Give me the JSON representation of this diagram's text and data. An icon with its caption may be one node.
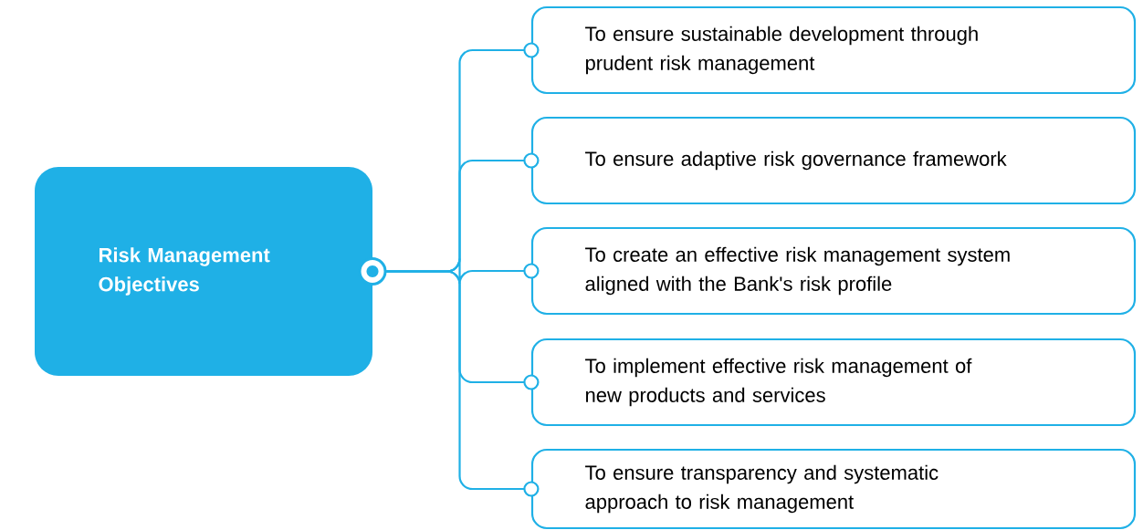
{
  "diagram": {
    "nodes": [
      {
        "text": [
          "Risk Management Objectives"
        ]
      },
      {
        "text": [
          "To ensure sustainable development through prudent risk management"
        ]
      },
      {
        "text": [
          "To ensure adaptive risk governance framework"
        ]
      },
      {
        "text": [
          "To create an effective risk management system aligned with the Bank's risk profile"
        ]
      },
      {
        "text": [
          "To implement effective risk management of new products and services"
        ]
      },
      {
        "text": [
          "To ensure transparency and systematic approach to risk management"
        ]
      }
    ],
    "edges": [
      {
        "from": 0,
        "to": 1,
        "arrow": "other"
      },
      {
        "from": 0,
        "to": 2,
        "arrow": "other"
      },
      {
        "from": 0,
        "to": 3,
        "arrow": "other"
      },
      {
        "from": 0,
        "to": 4,
        "arrow": "other"
      },
      {
        "from": 0,
        "to": 5,
        "arrow": "other"
      }
    ]
  }
}
